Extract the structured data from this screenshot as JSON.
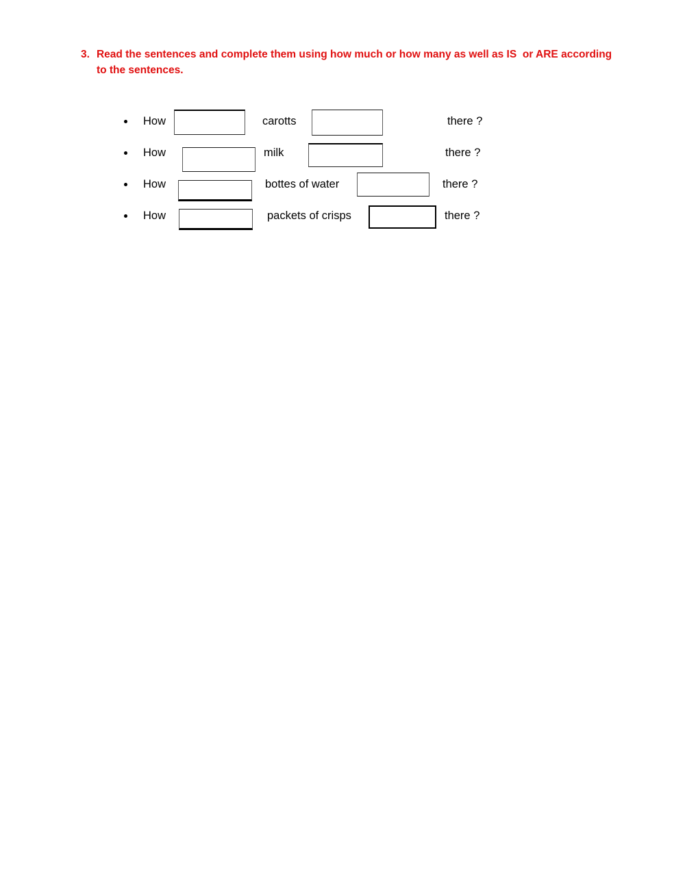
{
  "instruction": {
    "number": "3.",
    "text": "Read the sentences and complete them using how much or how many as well as IS  or ARE according to the sentences."
  },
  "exercise": {
    "bullet_glyph": "•",
    "lead_word": "How",
    "tail_text": "there ?",
    "items": [
      {
        "lead": "How",
        "blank1_value": "",
        "noun": "carotts",
        "blank2_value": "",
        "tail": "there ?"
      },
      {
        "lead": "How",
        "blank1_value": "",
        "noun": "milk",
        "blank2_value": "",
        "tail": "there ?"
      },
      {
        "lead": "How",
        "blank1_value": "",
        "noun": "bottes of water",
        "blank2_value": "",
        "tail": "there ?"
      },
      {
        "lead": "How",
        "blank1_value": "",
        "noun": "packets of crisps",
        "blank2_value": "",
        "tail": "there ?"
      }
    ]
  },
  "colors": {
    "instruction_red": "#e01010",
    "text_black": "#000000",
    "page_background": "#ffffff",
    "box_border": "#1a1a1a"
  }
}
